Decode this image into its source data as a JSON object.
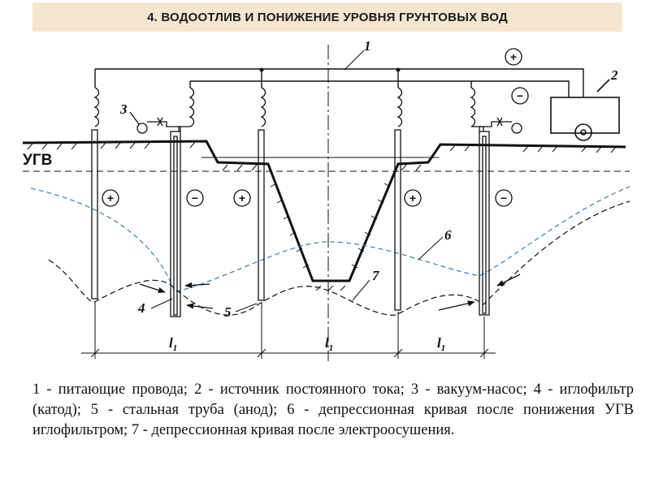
{
  "title": "4. ВОДООТЛИВ И ПОНИЖЕНИЕ УРОВНЯ ГРУНТОВЫХ ВОД",
  "diagram": {
    "groundwater_label": "УГВ",
    "number_labels": {
      "n1": "1",
      "n2": "2",
      "n3": "3",
      "n4": "4",
      "n5": "5",
      "n6": "6",
      "n7": "7"
    },
    "polarity": {
      "plus": "+",
      "minus": "−"
    },
    "dimension_label": "l",
    "dimension_subscript": "1"
  },
  "legend": {
    "text": "1 - питающие провода; 2 - источник постоянного тока; 3 - вакуум-насос; 4 - иглофильтр (катод); 5 - стальная труба (анод); 6 - депрессионная кривая после понижения УГВ иглофильтром; 7 - депрессионная кривая после электроосушения."
  },
  "colors": {
    "title_background": "#f6e6cf",
    "line": "#111111",
    "curve_6": "#4a86b8"
  }
}
